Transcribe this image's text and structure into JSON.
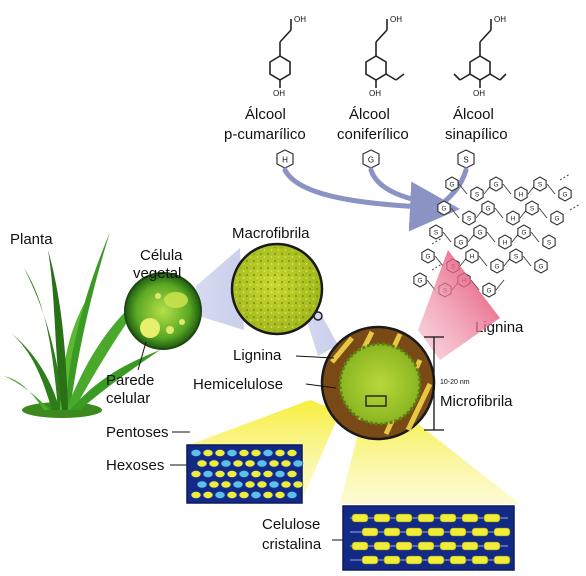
{
  "monomers": [
    {
      "name": "Álcool",
      "sub": "p-cumarílico",
      "unit": "H",
      "methoxy": "none"
    },
    {
      "name": "Álcool",
      "sub": "coniferílico",
      "unit": "G",
      "methoxy": "one"
    },
    {
      "name": "Álcool",
      "sub": "sinapílico",
      "unit": "S",
      "methoxy": "two"
    }
  ],
  "structure_labels": {
    "oh": "OH"
  },
  "labels": {
    "plant": "Planta",
    "cell_line1": "Célula",
    "cell_line2": "vegetal",
    "macrofibril": "Macrofibrila",
    "cellwall_line1": "Parede",
    "cellwall_line2": "celular",
    "lignin_fiber": "Lignina",
    "hemicellulose": "Hemicelulose",
    "lignin_polymer": "Lignina",
    "microfibril": "Microfibrila",
    "size": "10-20 nm",
    "pentoses": "Pentoses",
    "hexoses": "Hexoses",
    "cellulose_line1": "Celulose",
    "cellulose_line2": "cristalina"
  },
  "colors": {
    "green_dark": "#2e7d1a",
    "green_light": "#9ccc2c",
    "yellow": "#f2ec3a",
    "navy": "#122a86",
    "brown": "#7a4a16",
    "arrow": "#8b93c4",
    "pink": "#e8446a"
  }
}
